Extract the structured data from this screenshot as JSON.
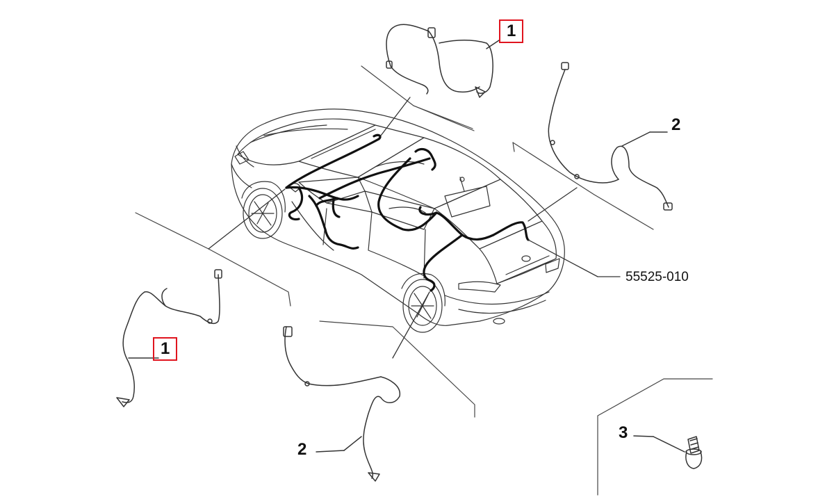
{
  "diagram": {
    "callouts": [
      {
        "id": "sensor-front-top",
        "label": "1",
        "highlighted": true
      },
      {
        "id": "sensor-rear-right",
        "label": "2",
        "highlighted": false
      },
      {
        "id": "sensor-front-left",
        "label": "1",
        "highlighted": true
      },
      {
        "id": "sensor-rear-bottom",
        "label": "2",
        "highlighted": false
      },
      {
        "id": "screw",
        "label": "3",
        "highlighted": false
      }
    ],
    "harness_part_number": "55525-010",
    "colors": {
      "line": "#3a3a3a",
      "harness": "#111111",
      "highlight": "#e0141e"
    }
  }
}
